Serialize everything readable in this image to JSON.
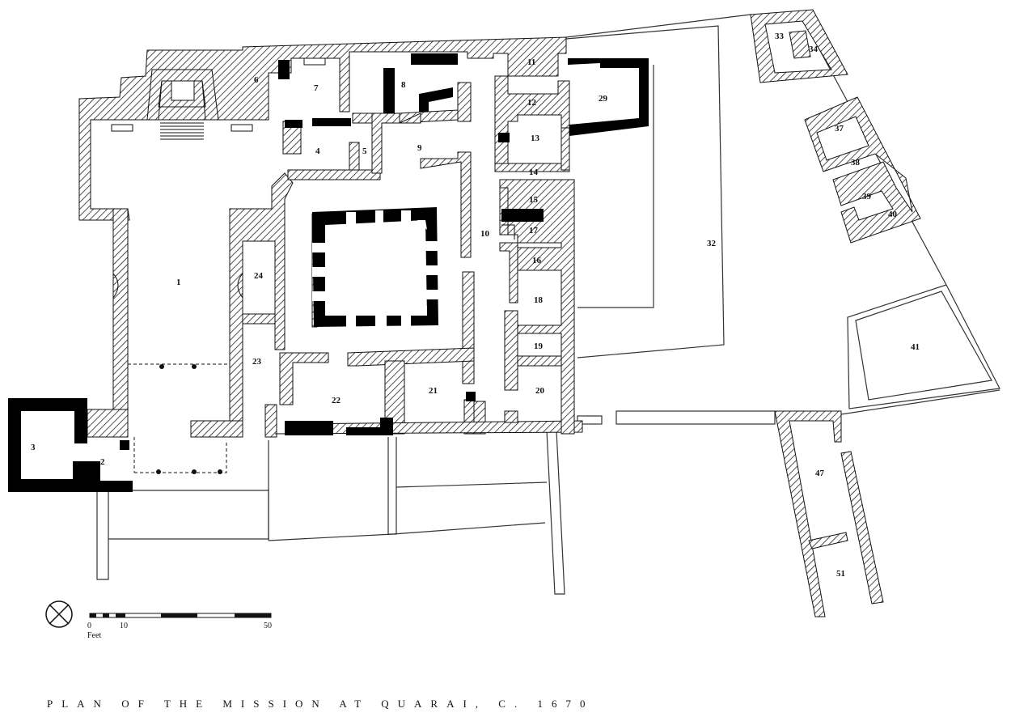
{
  "caption": "PLAN OF THE MISSION AT QUARAI, C. 1670",
  "scale": {
    "ticks": [
      "0",
      "10",
      "50"
    ],
    "unit": "Feet"
  },
  "rooms": [
    {
      "num": "1"
    },
    {
      "num": "2"
    },
    {
      "num": "3"
    },
    {
      "num": "4"
    },
    {
      "num": "5"
    },
    {
      "num": "6"
    },
    {
      "num": "7"
    },
    {
      "num": "8"
    },
    {
      "num": "9"
    },
    {
      "num": "10"
    },
    {
      "num": "11"
    },
    {
      "num": "12"
    },
    {
      "num": "13"
    },
    {
      "num": "14"
    },
    {
      "num": "15"
    },
    {
      "num": "16"
    },
    {
      "num": "17"
    },
    {
      "num": "18"
    },
    {
      "num": "19"
    },
    {
      "num": "20"
    },
    {
      "num": "21"
    },
    {
      "num": "22"
    },
    {
      "num": "23"
    },
    {
      "num": "24"
    },
    {
      "num": "29"
    },
    {
      "num": "32"
    },
    {
      "num": "33"
    },
    {
      "num": "34"
    },
    {
      "num": "37"
    },
    {
      "num": "38"
    },
    {
      "num": "39"
    },
    {
      "num": "40"
    },
    {
      "num": "41"
    },
    {
      "num": "47"
    },
    {
      "num": "51"
    }
  ]
}
